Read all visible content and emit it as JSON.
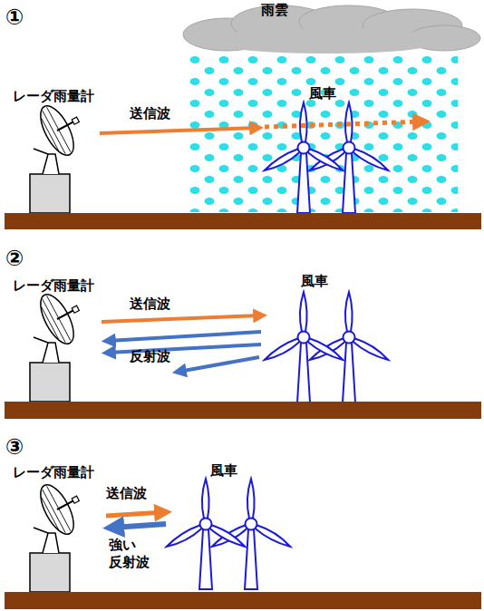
{
  "diagram": {
    "labels": [
      "①",
      "雨雲",
      "レーダ雨量計",
      "送信波",
      "風車",
      "②",
      "レーダ雨量計",
      "送信波",
      "風車",
      "反射波",
      "③",
      "レーダ雨量計",
      "風車",
      "送信波",
      "強い 反射波"
    ]
  }
}
